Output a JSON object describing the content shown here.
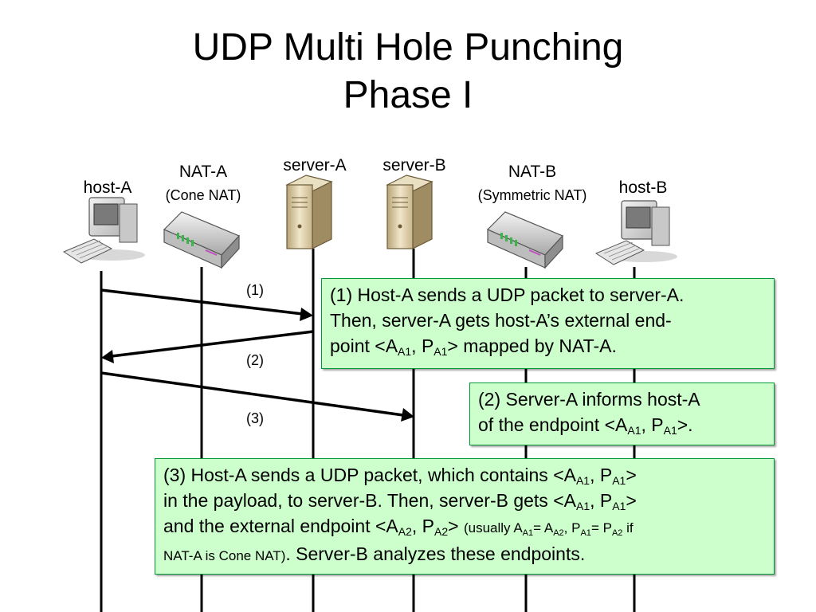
{
  "title": {
    "line1": "UDP Multi Hole Punching",
    "line2": "Phase I"
  },
  "nodes": {
    "host_a": {
      "name": "host-A",
      "sub": ""
    },
    "nat_a": {
      "name": "NAT-A",
      "sub": "(Cone NAT)"
    },
    "server_a": {
      "name": "server-A",
      "sub": ""
    },
    "server_b": {
      "name": "server-B",
      "sub": ""
    },
    "nat_b": {
      "name": "NAT-B",
      "sub": "(Symmetric NAT)"
    },
    "host_b": {
      "name": "host-B",
      "sub": ""
    }
  },
  "steps": {
    "s1": "(1)",
    "s2": "(2)",
    "s3": "(3)"
  },
  "notes": {
    "n1": {
      "l1": "(1) Host-A sends a UDP packet to server-A.",
      "l2": "Then, server-A gets host-A’s external end-",
      "l3a": "point <A",
      "l3s1": "A1",
      "l3b": ", P",
      "l3s2": "A1",
      "l3c": "> mapped by NAT-A."
    },
    "n2": {
      "l1": "(2) Server-A informs host-A",
      "l2a": "of  the endpoint <A",
      "l2s1": "A1",
      "l2b": ", P",
      "l2s2": "A1",
      "l2c": ">."
    },
    "n3": {
      "l1a": "(3) Host-A sends a UDP packet, which contains <A",
      "l1s1": "A1",
      "l1b": ", P",
      "l1s2": "A1",
      "l1c": ">",
      "l2a": "in the payload, to server-B. Then, server-B gets <A",
      "l2s1": "A1",
      "l2b": ", P",
      "l2s2": "A1",
      "l2c": ">",
      "l3a": "and the external endpoint <A",
      "l3s1": "A2",
      "l3b": ", P",
      "l3s2": "A2",
      "l3c": "> ",
      "l3d": "(usually A",
      "l3s3": "A1",
      "l3e": "= A",
      "l3s4": "A2",
      "l3f": ", P",
      "l3s5": "A1",
      "l3g": "= P",
      "l3s6": "A2",
      "l3h": " if",
      "l4a": "NAT-A is Cone NAT)",
      "l4b": ". Server-B analyzes these endpoints."
    }
  },
  "colors": {
    "note_fill": "#ccffcc",
    "note_border": "#009933",
    "line": "#000000"
  }
}
